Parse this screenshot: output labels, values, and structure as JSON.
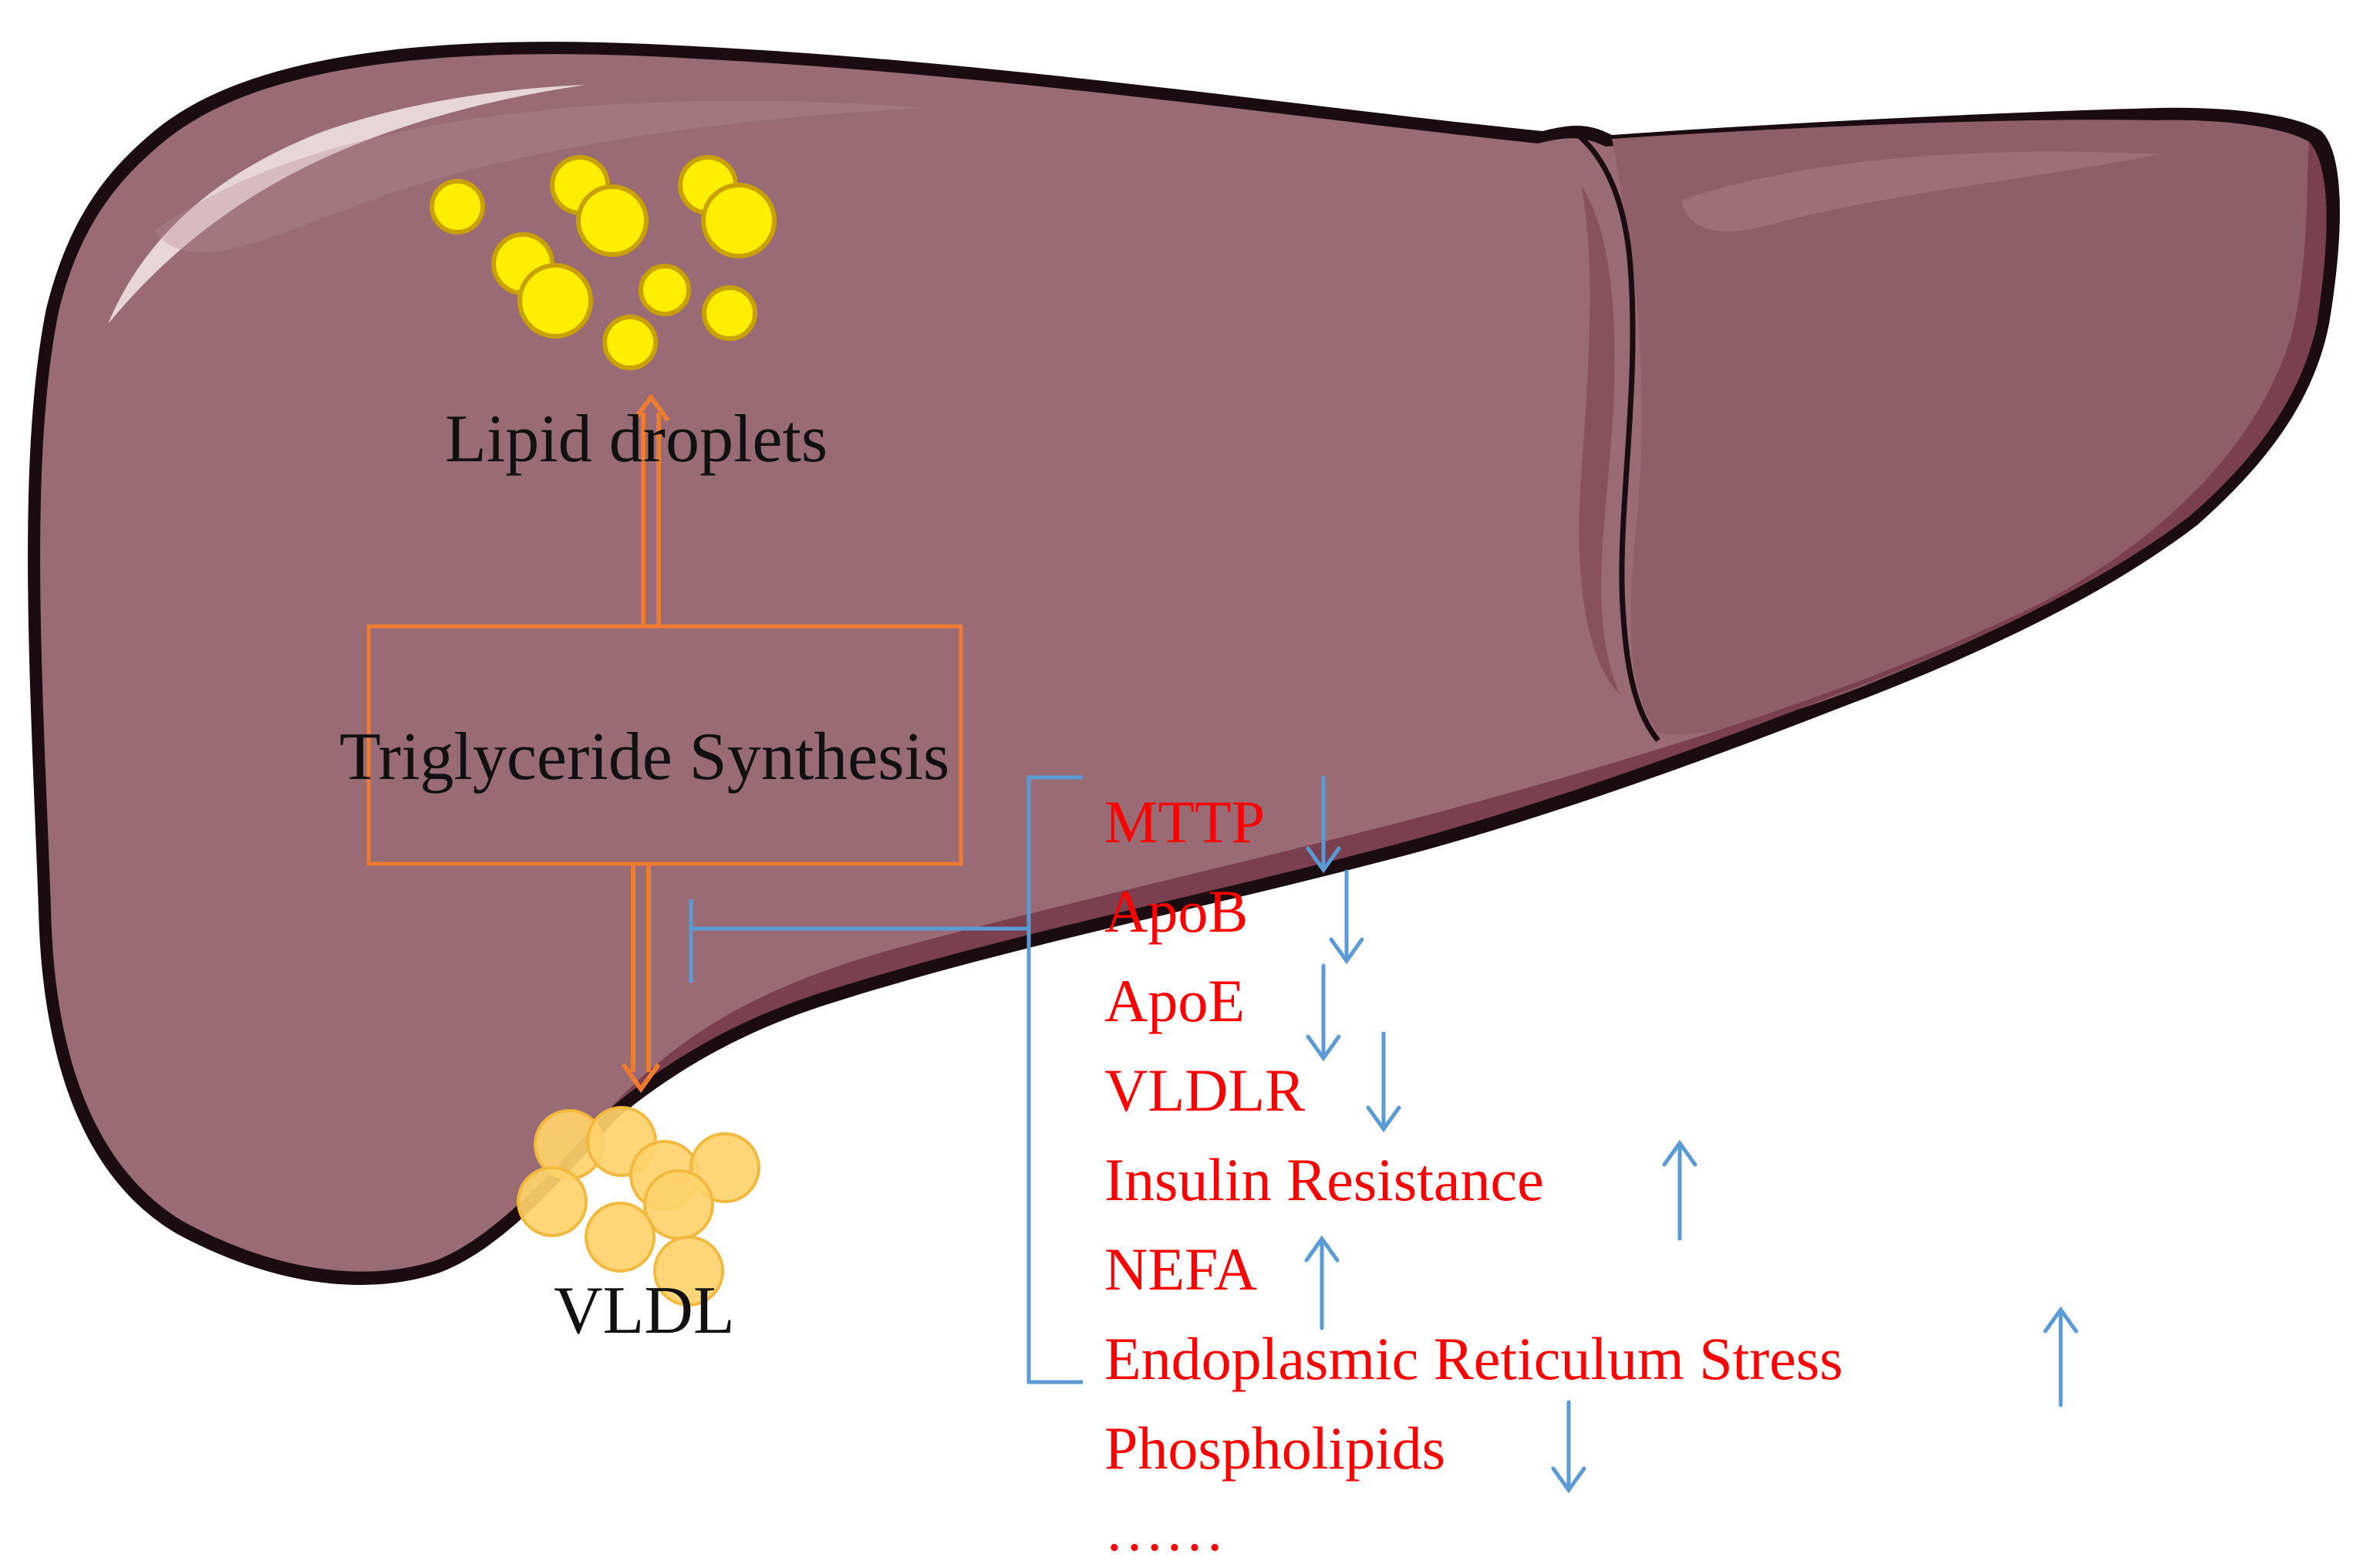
{
  "labels": {
    "lipid_droplets": "Lipid droplets",
    "triglyceride_synthesis": "Triglyceride Synthesis",
    "vldl": "VLDL"
  },
  "factors": [
    {
      "label": "MTTP",
      "direction": "down"
    },
    {
      "label": "ApoB",
      "direction": "down"
    },
    {
      "label": "ApoE",
      "direction": "down"
    },
    {
      "label": "VLDLR",
      "direction": "down"
    },
    {
      "label": "Insulin Resistance",
      "direction": "up"
    },
    {
      "label": "NEFA",
      "direction": "up"
    },
    {
      "label": "Endoplasmic Reticulum Stress",
      "direction": "up"
    },
    {
      "label": "Phospholipids",
      "direction": "down"
    },
    {
      "label": "……",
      "direction": "none"
    }
  ],
  "colors": {
    "liver": "#996b74",
    "liver_shadow": "#7b404f",
    "liver_outline": "#1a0c10",
    "liver_highlight": "#b89098",
    "synthesis_arrows": "#ee7b30",
    "factor_text": "#ff0000",
    "factor_arrows": "#5b9bd5",
    "lipid_droplet": "#ffee00",
    "lipid_droplet_edge": "#c9a200",
    "vldl_particle": "#ffd36b",
    "vldl_edge": "#f3b93e"
  },
  "icons": {
    "down_arrow": "arrow-down-icon",
    "up_arrow": "arrow-up-icon",
    "inhibition": "inhibition-bar-icon"
  }
}
